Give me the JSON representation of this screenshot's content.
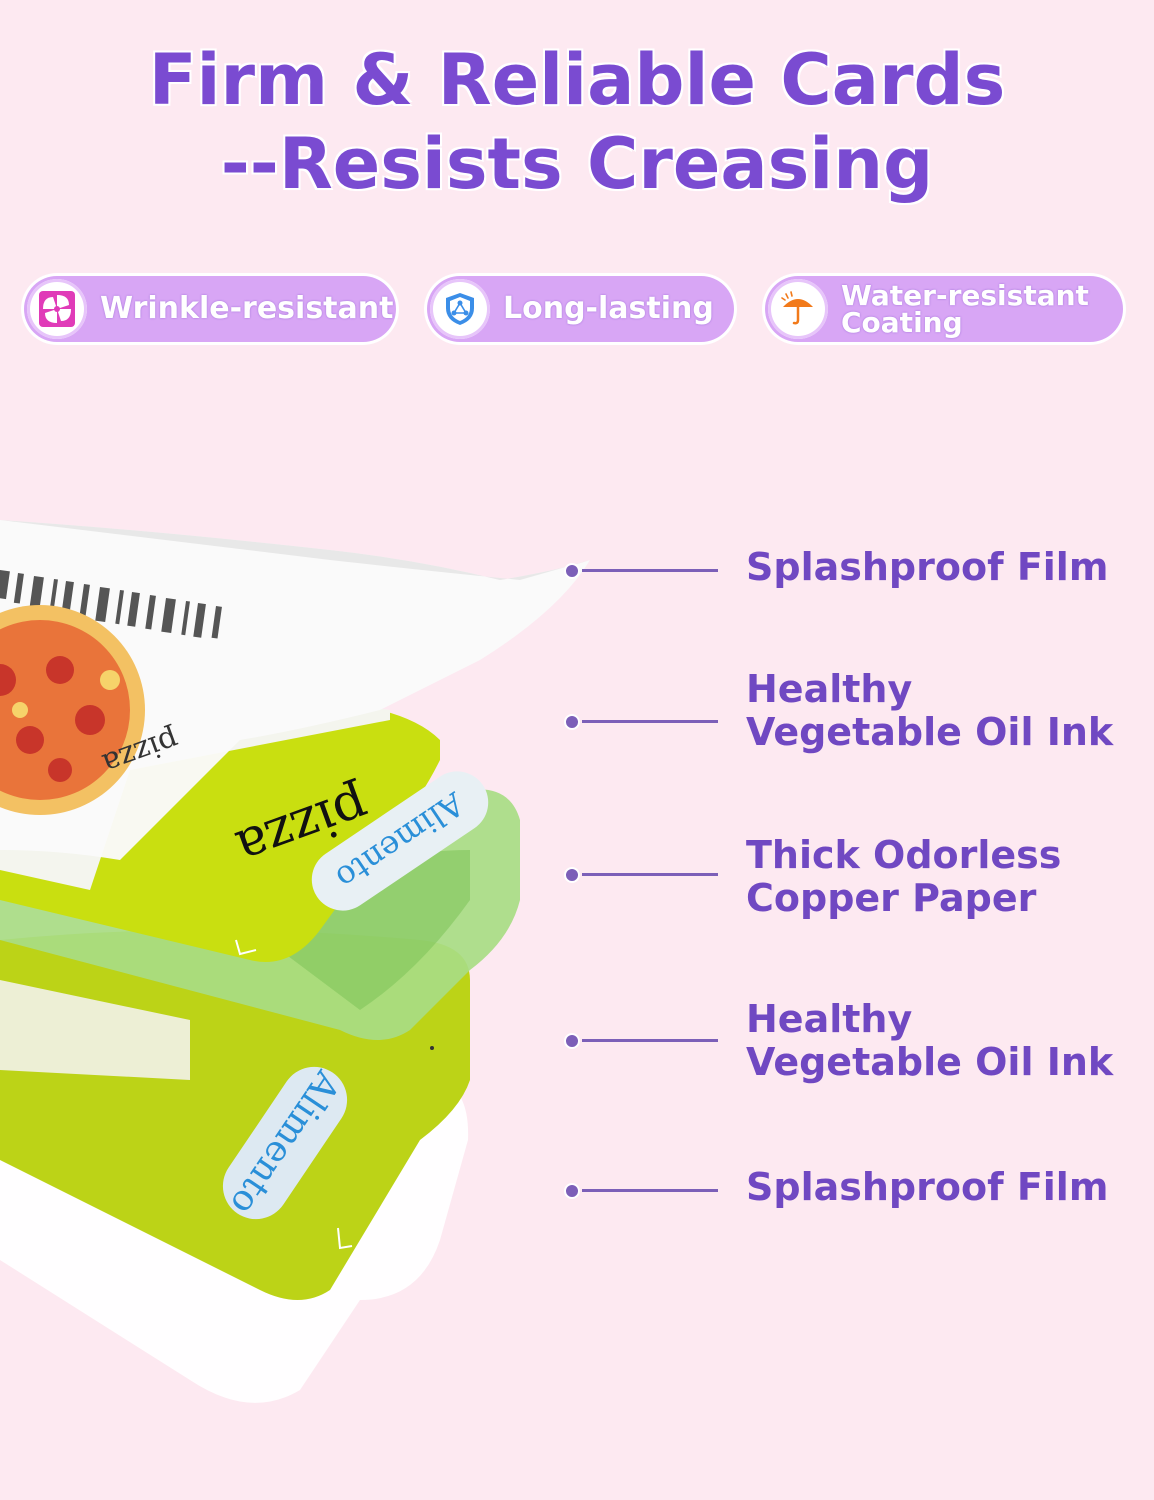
{
  "title": {
    "line1": "Firm & Reliable Cards",
    "line2": "--Resists Creasing"
  },
  "badges": [
    {
      "icon": "pinwheel-icon",
      "label": "Wrinkle-resistant"
    },
    {
      "icon": "shield-icon",
      "label": "Long-lasting"
    },
    {
      "icon": "umbrella-icon",
      "label": "Water-resistant\nCoating"
    }
  ],
  "card": {
    "word": "pizza",
    "category": "Alimento"
  },
  "layers": [
    {
      "label": "Splashproof Film"
    },
    {
      "label": "Healthy\nVegetable Oil Ink"
    },
    {
      "label": "Thick Odorless\nCopper Paper"
    },
    {
      "label": "Healthy\nVegetable Oil Ink"
    },
    {
      "label": "Splashproof Film"
    }
  ],
  "colors": {
    "title": "#7a4bd1",
    "badge": "#d8a6f5",
    "callout": "#7048c2",
    "card_green": "#c8dc1a",
    "background": "#fde9f1"
  }
}
